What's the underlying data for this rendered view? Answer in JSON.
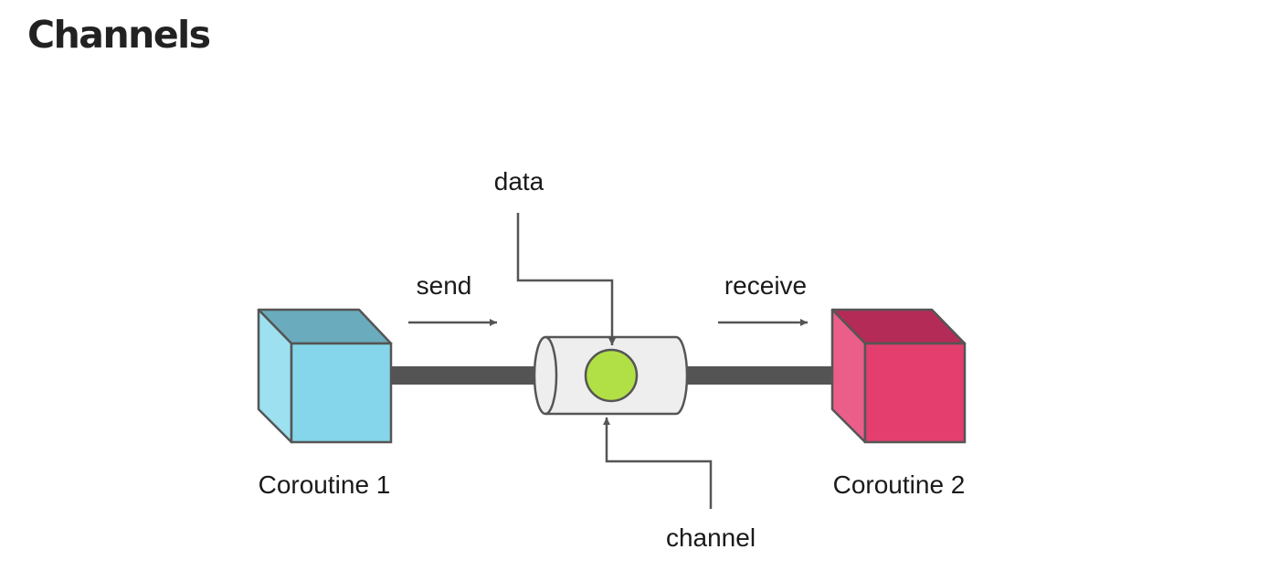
{
  "page": {
    "title": "Channels"
  },
  "diagram": {
    "labels": {
      "data": "data",
      "send": "send",
      "receive": "receive",
      "coroutine_1": "Coroutine 1",
      "coroutine_2": "Coroutine 2",
      "channel": "channel"
    },
    "colors": {
      "coroutine_1_front": "#85d6ea",
      "coroutine_1_top": "#6aacbd",
      "coroutine_1_side": "#9de0f0",
      "coroutine_2_front": "#e43e6f",
      "coroutine_2_top": "#b52b57",
      "coroutine_2_side": "#ea5e89",
      "channel_body": "#eeeeee",
      "data_item": "#b1df46",
      "pipe": "#545454",
      "arrow": "#555555",
      "outline": "#555555"
    }
  }
}
